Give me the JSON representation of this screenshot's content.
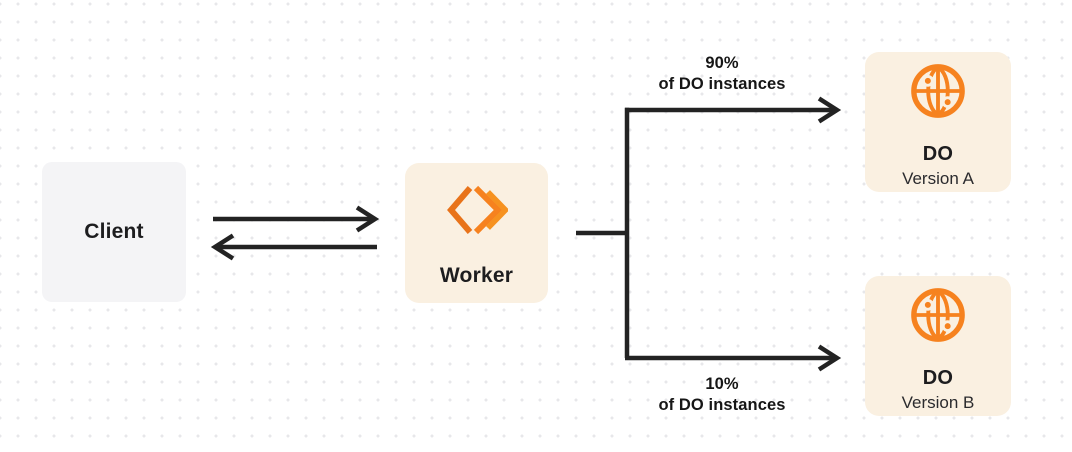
{
  "diagram": {
    "client": {
      "label": "Client"
    },
    "worker": {
      "label": "Worker"
    },
    "branch_top": {
      "percent": "90%",
      "caption": "of DO instances"
    },
    "branch_bottom": {
      "percent": "10%",
      "caption": "of DO instances"
    },
    "do_version_a": {
      "title": "DO",
      "subtitle": "Version A"
    },
    "do_version_b": {
      "title": "DO",
      "subtitle": "Version B"
    }
  },
  "icons": {
    "worker": "workers-logo-icon",
    "durable_object": "globe-icon"
  },
  "colors": {
    "accent_orange": "#f6821f",
    "worker_orange_dark": "#e8731a",
    "worker_orange_light": "#f69220",
    "node_cream": "#faf0e1",
    "client_gray": "#f4f4f6",
    "line_dark": "#232323",
    "text_dark": "#1d1d1f",
    "dot_grid": "#e7e7ea"
  }
}
